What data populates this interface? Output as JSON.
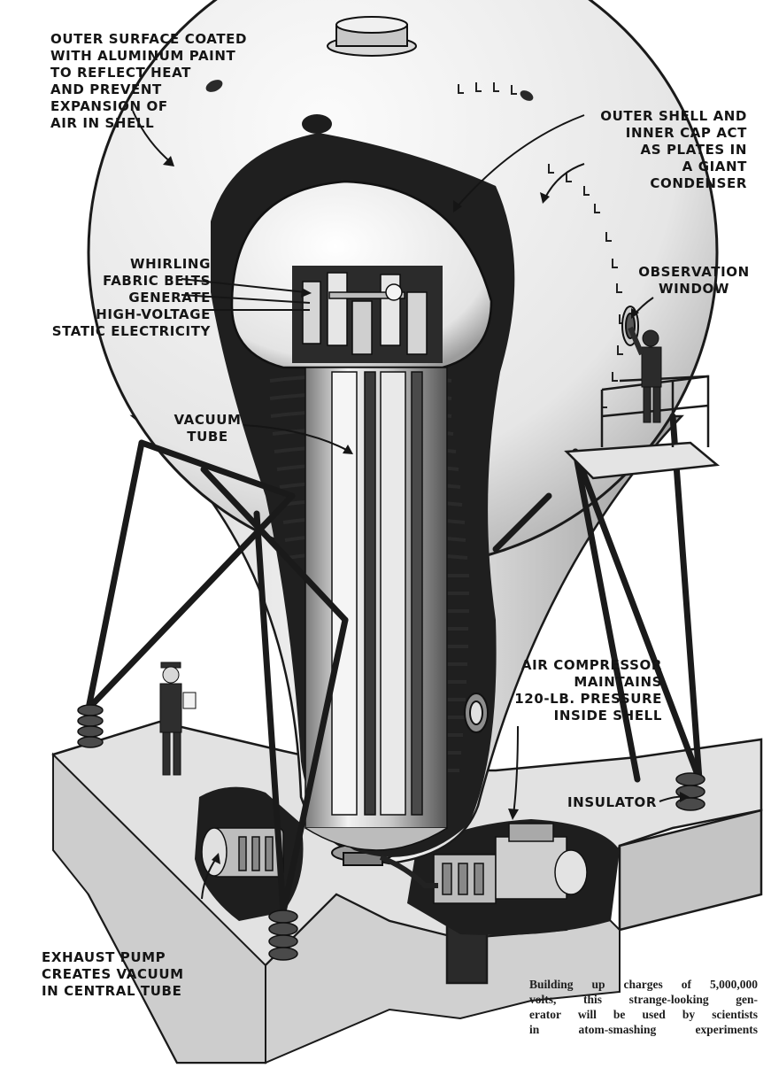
{
  "labels": {
    "outer_surface": [
      "OUTER SURFACE COATED",
      "WITH ALUMINUM PAINT",
      "TO REFLECT HEAT",
      "AND PREVENT",
      "EXPANSION OF",
      "AIR IN SHELL"
    ],
    "outer_shell": [
      "OUTER SHELL AND",
      "INNER CAP ACT",
      "AS PLATES IN",
      "A GIANT",
      "CONDENSER"
    ],
    "observation_window": [
      "OBSERVATION",
      "WINDOW"
    ],
    "fabric_belts": [
      "WHIRLING",
      "FABRIC BELTS",
      "GENERATE",
      "HIGH-VOLTAGE",
      "STATIC ELECTRICITY"
    ],
    "vacuum_tube": [
      "VACUUM",
      "TUBE"
    ],
    "air_compressor": [
      "AIR COMPRESSOR",
      "MAINTAINS",
      "120-LB. PRESSURE",
      "INSIDE SHELL"
    ],
    "insulator": [
      "INSULATOR"
    ],
    "exhaust_pump": [
      "EXHAUST PUMP",
      "CREATES VACUUM",
      "IN CENTRAL TUBE"
    ]
  },
  "caption": [
    "Building up charges of 5,000,000",
    "volts, this strange-looking gen-",
    "erator will be used by scientists",
    "in atom-smashing experiments"
  ],
  "colors": {
    "ink": "#151515",
    "shell": "#ebebeb",
    "shadow": "#2a2a2a",
    "concrete": "#dcdcdc"
  }
}
